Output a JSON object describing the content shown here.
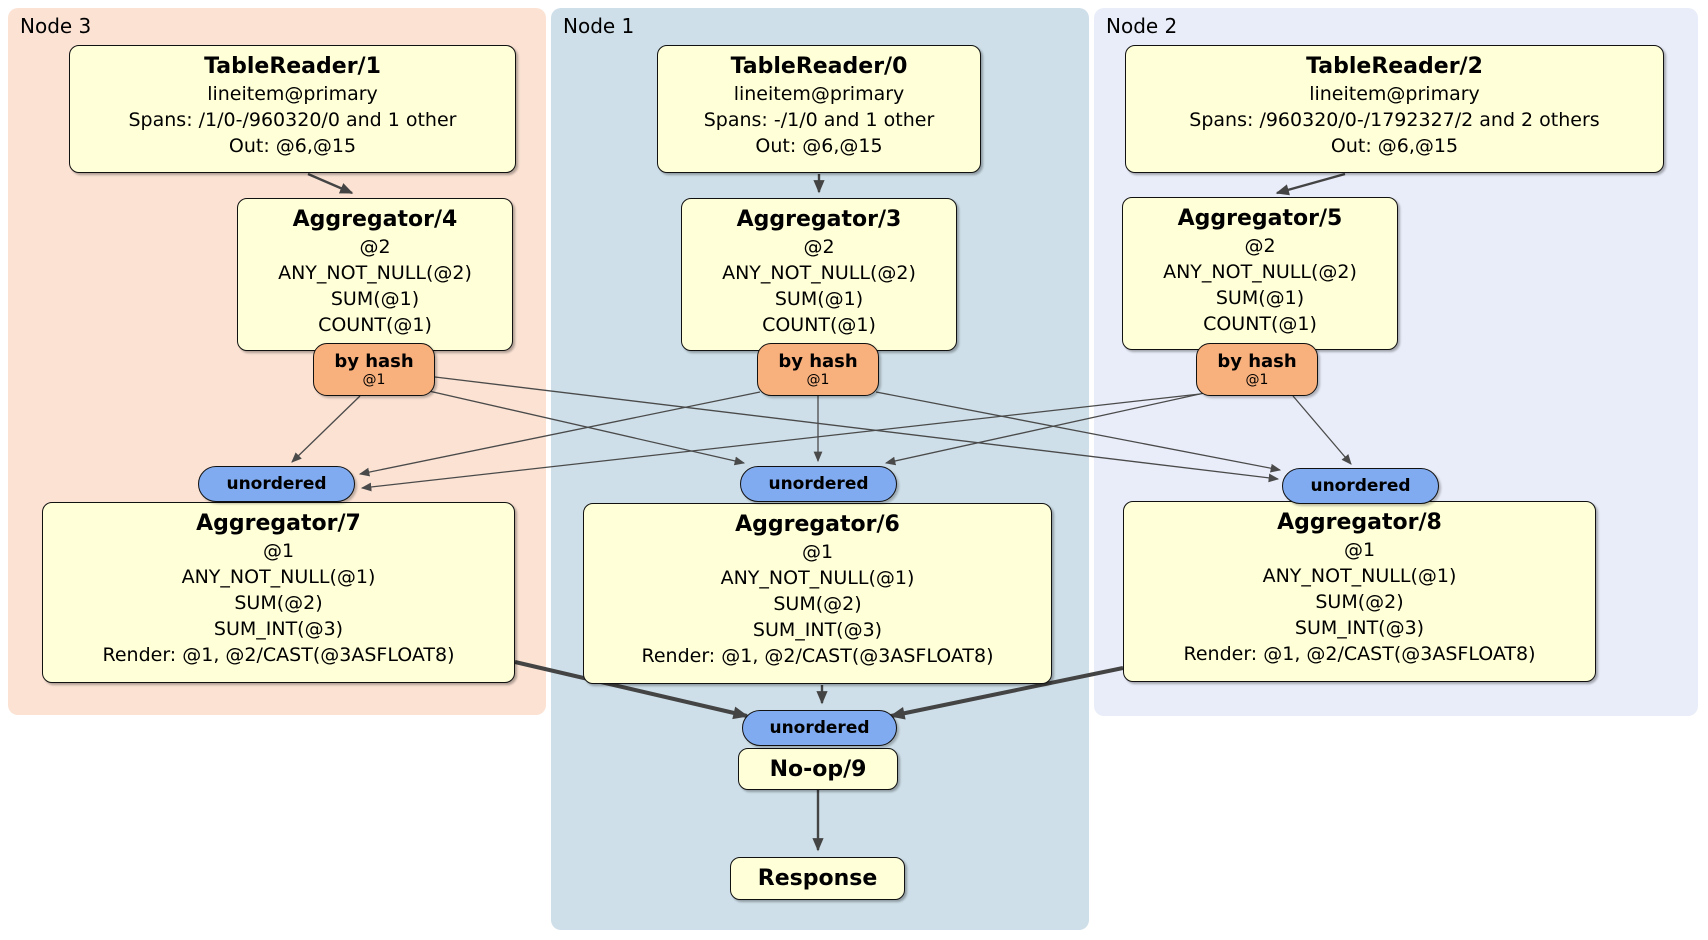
{
  "regions": [
    {
      "label": "Node 3"
    },
    {
      "label": "Node 1"
    },
    {
      "label": "Node 2"
    }
  ],
  "colors": {
    "node3_bg": "#fbe2d3",
    "node1_bg": "#cedfe9",
    "node2_bg": "#e9edf9",
    "operator_box_bg": "#ffffd8",
    "hash_router_bg": "#f8b07c",
    "sync_oval_bg": "#80abf0",
    "edge": "#444444"
  },
  "nodes": {
    "tablereader1": {
      "title": "TableReader/1",
      "lines": [
        "lineitem@primary",
        "Spans: /1/0-/960320/0 and 1 other",
        "Out: @6,@15"
      ]
    },
    "tablereader0": {
      "title": "TableReader/0",
      "lines": [
        "lineitem@primary",
        "Spans: -/1/0 and 1 other",
        "Out: @6,@15"
      ]
    },
    "tablereader2": {
      "title": "TableReader/2",
      "lines": [
        "lineitem@primary",
        "Spans: /960320/0-/1792327/2 and 2 others",
        "Out: @6,@15"
      ]
    },
    "aggregator4": {
      "title": "Aggregator/4",
      "lines": [
        "@2",
        "ANY_NOT_NULL(@2)",
        "SUM(@1)",
        "COUNT(@1)"
      ]
    },
    "aggregator3": {
      "title": "Aggregator/3",
      "lines": [
        "@2",
        "ANY_NOT_NULL(@2)",
        "SUM(@1)",
        "COUNT(@1)"
      ]
    },
    "aggregator5": {
      "title": "Aggregator/5",
      "lines": [
        "@2",
        "ANY_NOT_NULL(@2)",
        "SUM(@1)",
        "COUNT(@1)"
      ]
    },
    "router4": {
      "label": "by hash",
      "sub": "@1"
    },
    "router3": {
      "label": "by hash",
      "sub": "@1"
    },
    "router5": {
      "label": "by hash",
      "sub": "@1"
    },
    "sync7": {
      "label": "unordered"
    },
    "sync6": {
      "label": "unordered"
    },
    "sync8": {
      "label": "unordered"
    },
    "aggregator7": {
      "title": "Aggregator/7",
      "lines": [
        "@1",
        "ANY_NOT_NULL(@1)",
        "SUM(@2)",
        "SUM_INT(@3)",
        "Render: @1, @2/CAST(@3ASFLOAT8)"
      ]
    },
    "aggregator6": {
      "title": "Aggregator/6",
      "lines": [
        "@1",
        "ANY_NOT_NULL(@1)",
        "SUM(@2)",
        "SUM_INT(@3)",
        "Render: @1, @2/CAST(@3ASFLOAT8)"
      ]
    },
    "aggregator8": {
      "title": "Aggregator/8",
      "lines": [
        "@1",
        "ANY_NOT_NULL(@1)",
        "SUM(@2)",
        "SUM_INT(@3)",
        "Render: @1, @2/CAST(@3ASFLOAT8)"
      ]
    },
    "sync9": {
      "label": "unordered"
    },
    "noop9": {
      "title": "No-op/9"
    },
    "response": {
      "title": "Response"
    }
  }
}
